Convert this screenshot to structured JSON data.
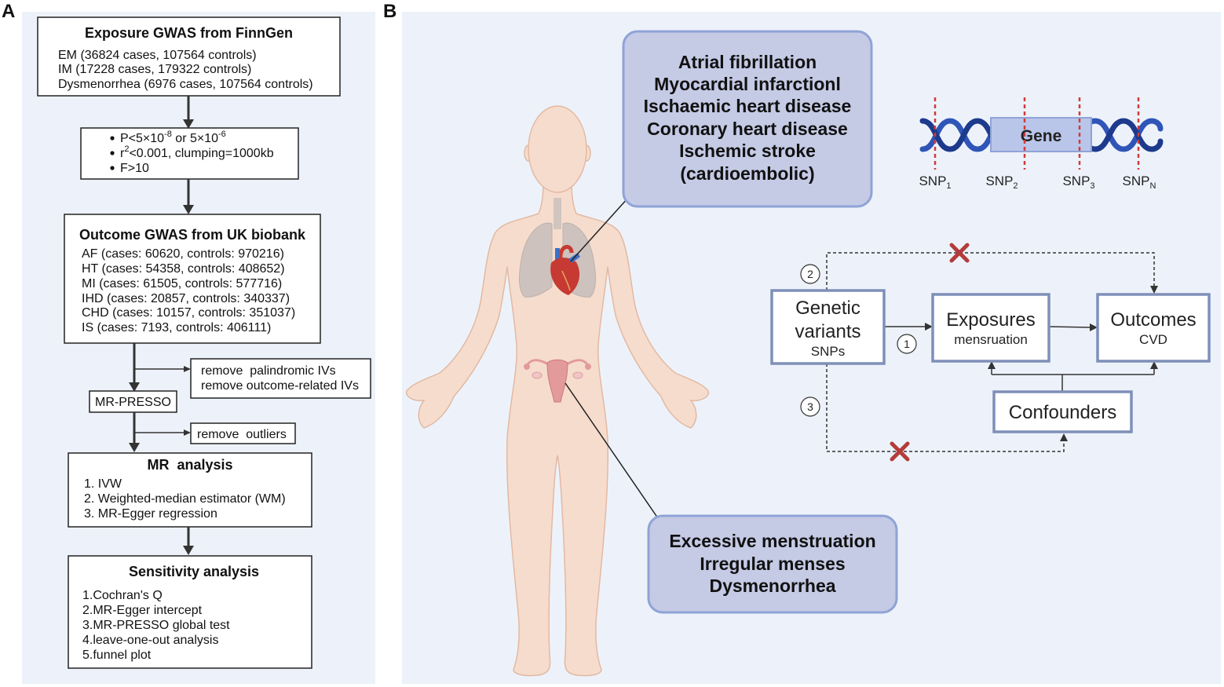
{
  "panel_labels": {
    "a": "A",
    "b": "B"
  },
  "panel_a": {
    "exposure": {
      "title": "Exposure GWAS from FinnGen",
      "lines": [
        "EM (36824 cases, 107564 controls)",
        "IM (17228 cases, 179322 controls)",
        "Dysmenorrhea (6976 cases, 107564 controls)"
      ]
    },
    "criteria": {
      "pvalue": {
        "base1": "P<5×10",
        "exp1": "-8",
        "base2": " or 5×10",
        "exp2": "-6"
      },
      "r2": {
        "base": "r",
        "exp": "2",
        "rest": "<0.001, clumping=1000kb"
      },
      "f": "F>10"
    },
    "outcome": {
      "title": "Outcome GWAS from UK biobank",
      "lines": [
        "AF (cases: 60620, controls: 970216)",
        "HT (cases: 54358, controls: 408652)",
        "MI (cases: 61505, controls: 577716)",
        "IHD (cases: 20857, controls: 340337)",
        "CHD (cases: 10157, controls: 351037)",
        "IS (cases: 7193, controls: 406111)"
      ]
    },
    "remove_ivs": [
      "remove  palindromic IVs",
      "remove outcome-related IVs"
    ],
    "mr_presso": "MR-PRESSO",
    "remove_outliers": "remove  outliers",
    "mr_analysis": {
      "title": "MR  analysis",
      "items": [
        "1. IVW",
        "2. Weighted-median estimator (WM)",
        "3. MR-Egger regression"
      ]
    },
    "sensitivity": {
      "title": "Sensitivity analysis",
      "items": [
        "1.Cochran's Q",
        "2.MR-Egger intercept",
        "3.MR-PRESSO global test",
        "4.leave-one-out analysis",
        "5.funnel plot"
      ]
    }
  },
  "panel_b": {
    "cvd_outcomes": [
      "Atrial fibrillation",
      "Myocardial infarctionl",
      "Ischaemic heart disease",
      "Coronary heart disease",
      "Ischemic stroke",
      "(cardioembolic)"
    ],
    "menstrual_exposures": [
      "Excessive menstruation",
      "Irregular menses",
      "Dysmenorrhea"
    ],
    "gene": {
      "label": "Gene",
      "snps": [
        {
          "name": "SNP",
          "sub": "1"
        },
        {
          "name": "SNP",
          "sub": "2"
        },
        {
          "name": "SNP",
          "sub": "3"
        },
        {
          "name": "SNP",
          "sub": "N"
        }
      ]
    },
    "mr_model": {
      "genetic_variants": {
        "title_lines": [
          "Genetic",
          "variants"
        ],
        "subtitle": "SNPs"
      },
      "exposures": {
        "title": "Exposures",
        "subtitle": "mensruation"
      },
      "outcomes": {
        "title": "Outcomes",
        "subtitle": "CVD"
      },
      "confounders": {
        "title": "Confounders"
      },
      "assumption_labels": [
        "1",
        "2",
        "3"
      ]
    }
  },
  "icons": {
    "body": "human-body-icon",
    "lungs": "lungs-icon",
    "heart": "heart-icon",
    "uterus": "uterus-icon",
    "dna": "dna-helix-icon",
    "violation": "cross-mark-icon"
  },
  "colors": {
    "panel_background": "#edf2fa",
    "callout_fill": "#c5cae5",
    "callout_border": "#8fa3d6",
    "mr_box_border": "#7e8fb8",
    "skin": "#f6dccd",
    "helix_dark": "#1d3a8c",
    "helix_light": "#2f55b8",
    "gene_fill": "#b9c6ea",
    "snp_line": "#d13b3b",
    "cross": "#b53b3b"
  }
}
